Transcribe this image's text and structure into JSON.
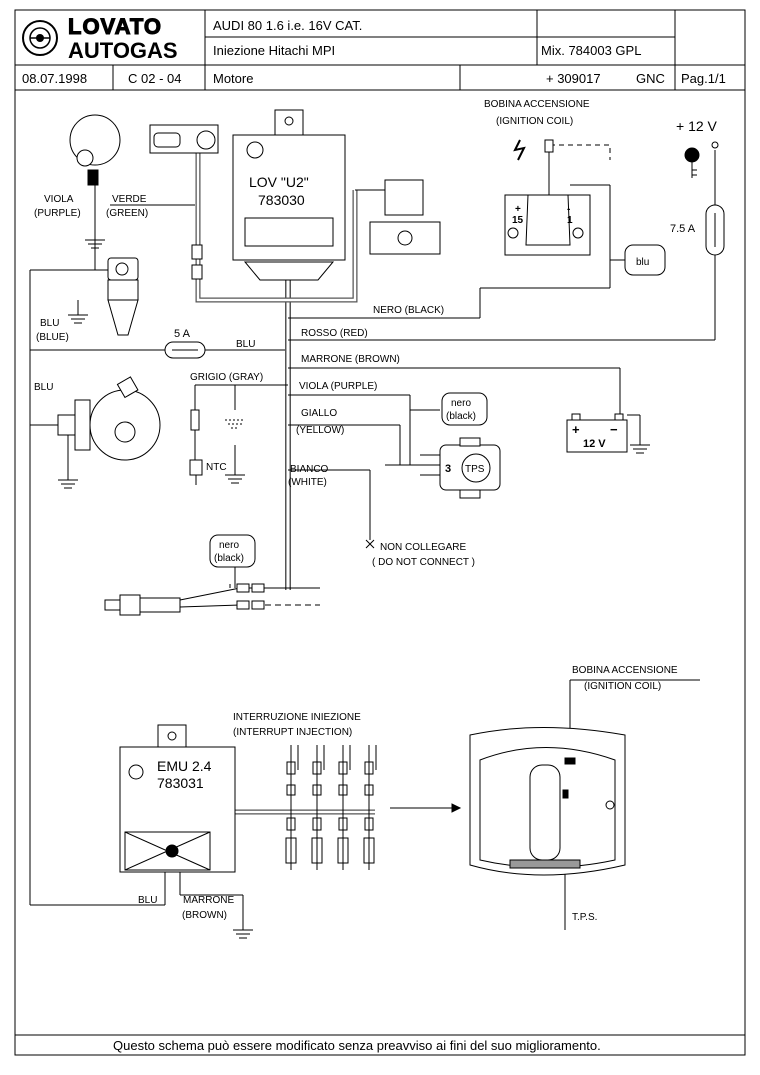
{
  "header": {
    "logo_top": "LOVATO",
    "logo_bottom": "AUTOGAS",
    "vehicle": "AUDI 80   1.6  i.e.    16V  CAT.",
    "injection": "Iniezione  Hitachi   MPI",
    "mix": "Mix. 784003 GPL",
    "date": "08.07.1998",
    "code": "C 02 - 04",
    "section": "Motore",
    "part": "+ 309017",
    "fuel": "GNC",
    "page": "Pag.1/1"
  },
  "diagram": {
    "ecu_name": "LOV \"U2\"",
    "ecu_code": "783030",
    "emu_name": "EMU 2.4",
    "emu_code": "783031",
    "ignition_coil_1": "BOBINA ACCENSIONE",
    "ignition_coil_1_en": "(IGNITION COIL)",
    "ignition_coil_2": "BOBINA ACCENSIONE",
    "ignition_coil_2_en": "(IGNITION COIL)",
    "coil_pin_15": "15",
    "coil_pin_1": "1",
    "coil_plus": "+",
    "coil_minus": "-",
    "plus12v": "+ 12 V",
    "fuse_75": "7.5 A",
    "fuse_5": "5 A",
    "blu_box": "blu",
    "battery": "12 V",
    "battery_plus": "+",
    "battery_minus": "−",
    "viola": "VIOLA",
    "viola_en": "(PURPLE)",
    "verde": "VERDE",
    "verde_en": "(GREEN)",
    "blu_left": "BLU",
    "blu_left_en": "(BLUE)",
    "blu_fuse": "BLU",
    "blu_reducer": "BLU",
    "nero": "NERO (BLACK)",
    "rosso": "ROSSO (RED)",
    "marrone": "MARRONE (BROWN)",
    "grigio": "GRIGIO (GRAY)",
    "viola_purple": "VIOLA (PURPLE)",
    "giallo": "GIALLO",
    "giallo_en": "(YELLOW)",
    "bianco": "BIANCO",
    "bianco_en": "(WHITE)",
    "ntc": "NTC",
    "tps": "TPS",
    "tps_pin": "3",
    "nero_box_1": "nero",
    "nero_box_1_en": "(black)",
    "nero_box_2": "nero",
    "nero_box_2_en": "(black)",
    "non_collegare": "NON COLLEGARE",
    "do_not_connect": "( DO NOT CONNECT )",
    "interruzione": "INTERRUZIONE INIEZIONE",
    "interrupt": "(INTERRUPT INJECTION)",
    "blu_emu": "BLU",
    "marrone_emu": "MARRONE",
    "marrone_emu_en": "(BROWN)",
    "tps_engine": "T.P.S."
  },
  "footer": {
    "note": "Questo schema può essere modificato senza preavviso ai fini del suo miglioramento."
  }
}
